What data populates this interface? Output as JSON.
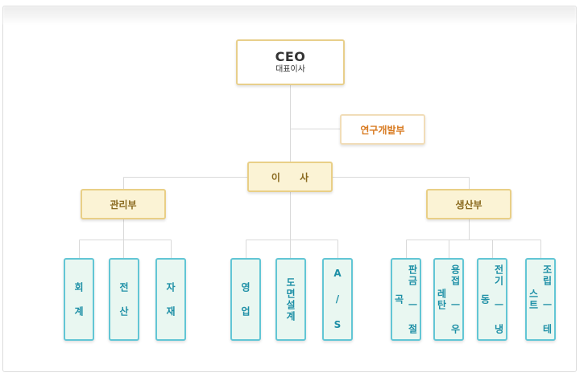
{
  "org_chart": {
    "ceo": {
      "title": "CEO",
      "subtitle": "대표이사"
    },
    "rnd": {
      "label": "연구개발부"
    },
    "director": {
      "label": "이 사"
    },
    "admin": {
      "label": "관리부"
    },
    "production": {
      "label": "생산부"
    },
    "teams": [
      {
        "label": "회 계"
      },
      {
        "label": "전 산"
      },
      {
        "label": "자 재"
      },
      {
        "label": "영 업"
      },
      {
        "label": "도면설계"
      },
      {
        "label": "A / S"
      },
      {
        "label": "판금 ㅡ 절곡"
      },
      {
        "label": "용접 ㅡ 우레탄"
      },
      {
        "label": "전기 ㅡ 냉동"
      },
      {
        "label": "조립 ㅡ 테스트"
      }
    ]
  },
  "colors": {
    "connector": "#d9d9d9",
    "dept_fill": "#fbf3d5",
    "dept_border": "#e9cf86",
    "rnd_text": "#d87a20",
    "team_fill": "#e9f7f1",
    "team_border": "#62c6d5",
    "team_text": "#1d8fa6"
  }
}
